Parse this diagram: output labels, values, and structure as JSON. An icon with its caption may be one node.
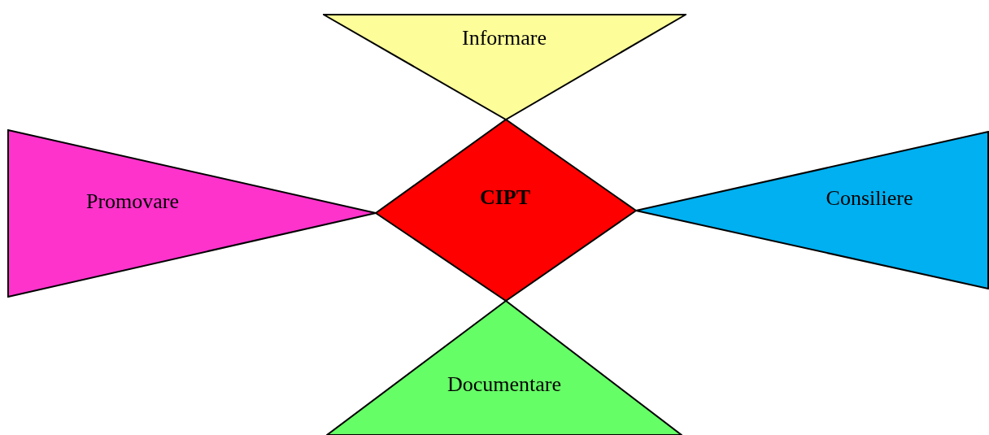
{
  "diagram": {
    "nodes": [
      {
        "text": [
          "Informare"
        ]
      },
      {
        "text": [
          "Promovare"
        ]
      },
      {
        "text": [
          "CIPT"
        ]
      },
      {
        "text": [
          "Consiliere"
        ]
      },
      {
        "text": [
          "Documentare"
        ]
      }
    ]
  }
}
